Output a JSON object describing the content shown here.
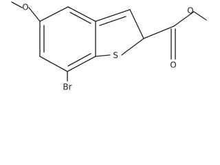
{
  "molecule": {
    "labels": {
      "oxygen_methoxy": "O",
      "oxygen_ester": "O",
      "oxygen_carbonyl": "O",
      "sulfur": "S",
      "bromine": "Br"
    }
  },
  "colors": {
    "bond": "#222222",
    "background": "#ffffff"
  }
}
